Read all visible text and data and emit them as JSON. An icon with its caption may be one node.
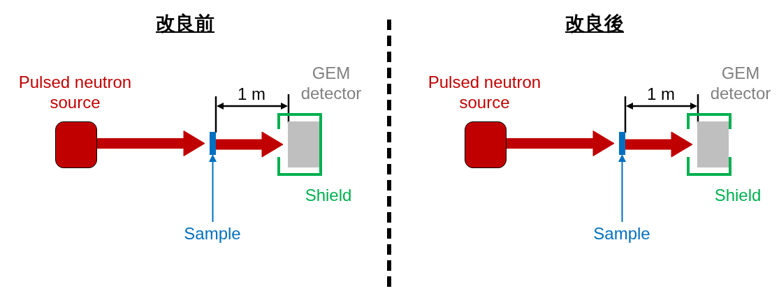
{
  "diagram": {
    "nodes": [
      {
        "text": [
          "Pulsed neutron source"
        ]
      },
      {
        "text": [],
        "shape": "bar"
      },
      {
        "text": [
          "Sample"
        ]
      },
      {
        "text": [
          "Shield"
        ]
      },
      {
        "text": [],
        "shape": "box",
        "in": 3
      },
      {
        "text": [
          "Pulsed neutron source"
        ]
      },
      {
        "text": [],
        "shape": "bar"
      },
      {
        "text": [
          "Sample"
        ]
      },
      {
        "text": [
          "Shield"
        ]
      },
      {
        "text": [],
        "shape": "box",
        "in": 8
      }
    ],
    "edges": [
      {
        "from": 0,
        "to": 1,
        "arrow": "to",
        "style": "thick",
        "color": "#c00000"
      },
      {
        "from": 1,
        "to": 4,
        "arrow": "to",
        "style": "thick",
        "color": "#c00000"
      },
      {
        "from": 2,
        "to": 1,
        "arrow": "to",
        "color": "#0070c0"
      },
      {
        "from": 5,
        "to": 6,
        "arrow": "to",
        "style": "thick",
        "color": "#c00000"
      },
      {
        "from": 6,
        "to": 9,
        "arrow": "to",
        "style": "thick",
        "color": "#c00000"
      },
      {
        "from": 7,
        "to": 6,
        "arrow": "to",
        "color": "#0070c0"
      }
    ],
    "labels": [
      "改良前",
      "1 m",
      "GEM detector",
      "改良後",
      "1 m",
      "GEM detector"
    ]
  }
}
